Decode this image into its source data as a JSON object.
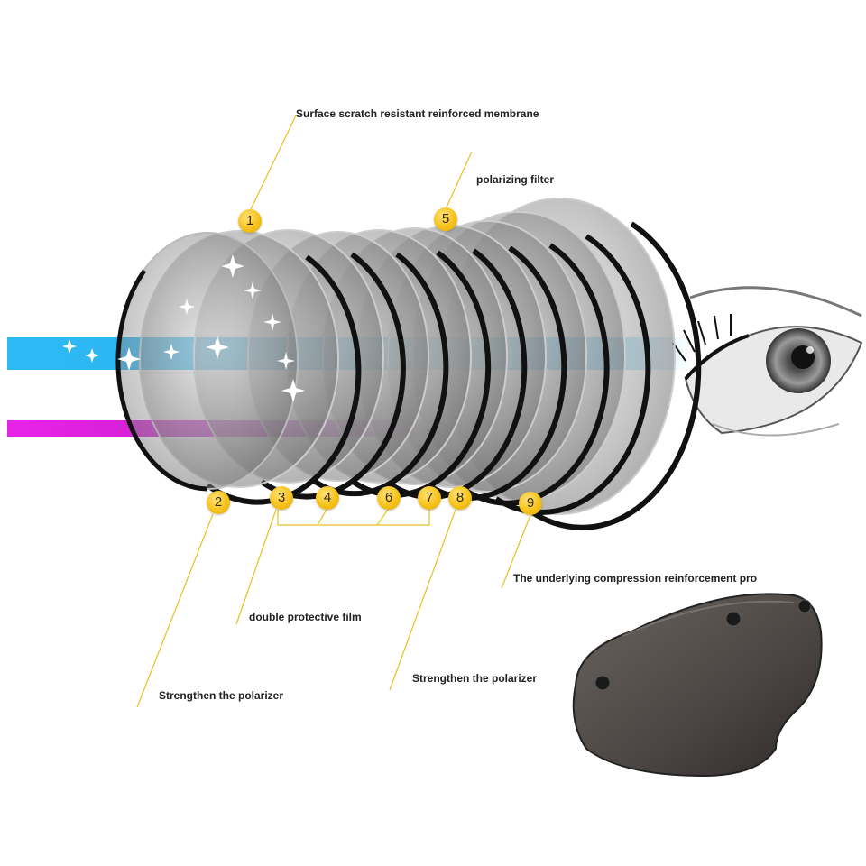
{
  "labels": {
    "surface_membrane": "Surface scratch resistant reinforced membrane",
    "polarizing_filter": "polarizing filter",
    "compression_layer": "The underlying compression reinforcement pro",
    "double_film": "double protective film",
    "strengthen_right": "Strengthen the polarizer",
    "strengthen_left": "Strengthen the polarizer"
  },
  "badges": [
    "1",
    "2",
    "3",
    "4",
    "5",
    "6",
    "7",
    "8",
    "9"
  ],
  "colors": {
    "blue_beam": "#27b6f0",
    "magenta_beam": "#e61ee6",
    "badge_fill": "#f6c21a",
    "leader_line": "#e8c020",
    "lens_rim": "#111111",
    "visor_tint": "#4a4542"
  }
}
